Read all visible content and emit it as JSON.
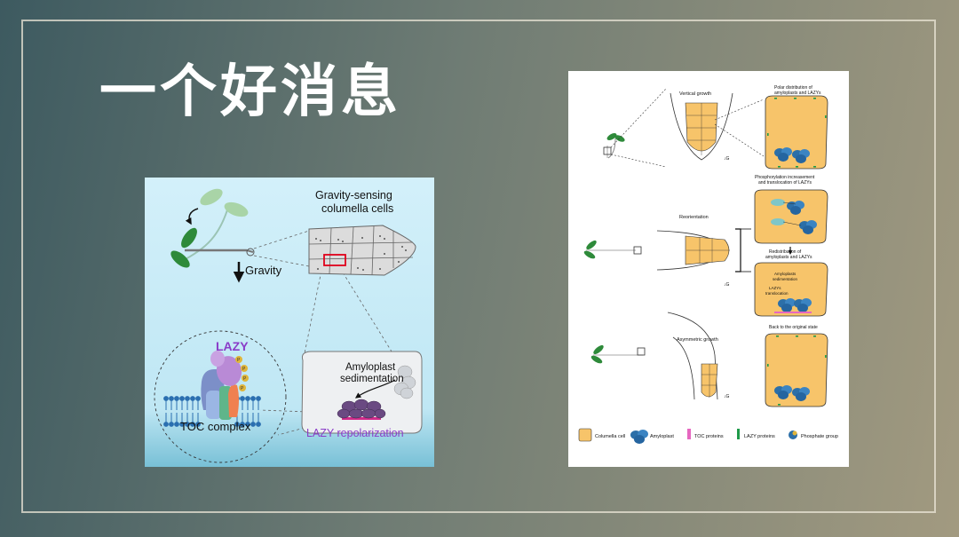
{
  "slide": {
    "title": "一个好消息"
  },
  "left_figure": {
    "columella_title_1": "Gravity-sensing",
    "columella_title_2": "columella cells",
    "gravity_label": "Gravity",
    "lazy_label": "LAZY",
    "phosphate_letter": "P",
    "toc_label": "TOC complex",
    "amyloplast_label_1": "Amyloplast",
    "amyloplast_label_2": "sedimentation",
    "lazy_repolarization_label": "LAZY repolarization"
  },
  "right_figure": {
    "vertical_growth": "Vertical growth",
    "polar_dist_1": "Polar distribution of",
    "polar_dist_2": "amyloplasts and LAZYs",
    "g_marker": "↓G",
    "phos_1": "Phosphorylation increasement",
    "phos_2": "and translocation of LAZYs",
    "reorientation": "Reorientation",
    "redist_1": "Redistribution of",
    "redist_2": "amyloplasts and LAZYs",
    "amy_sed_1": "Amyloplasts",
    "amy_sed_2": "sedimentation",
    "lazy_trans_1": "LAZYs",
    "lazy_trans_2": "translocation",
    "asymmetric_growth": "Asymmetric growth",
    "back_original": "Back to the original state",
    "legend": {
      "columella_cell": "Columella cell",
      "amyloplast": "Amyloplast",
      "toc_proteins": "TOC proteins",
      "lazy_proteins": "LAZY proteins",
      "phosphate_group": "Phosphate group"
    }
  },
  "colors": {
    "title": "#ffffff",
    "left_bg": "#c9ecf7",
    "lazy_purple": "#8a3cc8",
    "cell_orange": "#f7c46a",
    "amyloplast_blue": "#2c6fa8",
    "toc_pink": "#e667c0",
    "lazy_green": "#1f9a4a",
    "arrow_black": "#111111"
  }
}
